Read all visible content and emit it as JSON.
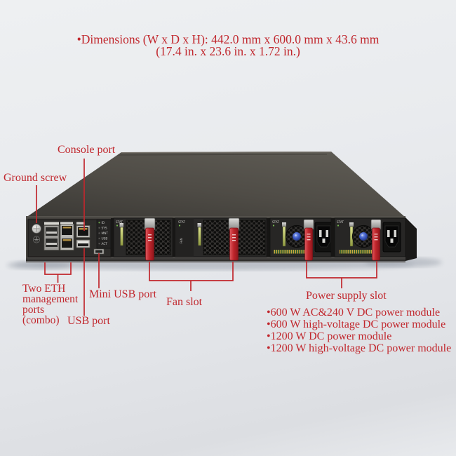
{
  "title": {
    "line1": "•Dimensions (W x D x H): 442.0 mm x 600.0 mm x 43.6 mm",
    "line2": "(17.4 in. x 23.6 in. x 1.72 in.)"
  },
  "labels": {
    "console_port": "Console port",
    "ground_screw": "Ground screw",
    "eth_lines": [
      "Two ETH",
      "management",
      "ports",
      "(combo)"
    ],
    "mini_usb_port": "Mini USB port",
    "usb_port": "USB port",
    "fan_slot": "Fan slot",
    "power_supply_slot": "Power supply slot"
  },
  "power_modules": [
    "•600 W AC&240 V DC power module",
    "•600 W high-voltage DC power module",
    "•1200 W DC power module",
    "•1200 W high-voltage DC power module"
  ],
  "device": {
    "led_labels": [
      "ID",
      "SYS",
      "MNT",
      "USB",
      "ACT"
    ],
    "stat_label": "STAT",
    "fan_side_label": "FAN"
  },
  "colors": {
    "annotation_red": "#c1272d",
    "chassis_top": "#514e48",
    "rear_face": "#232221",
    "handle_red": "#c0262c",
    "fan_hub_blue": "#2b4bb4",
    "latch_green": "#b9c26a",
    "background": "#e9ebee"
  }
}
